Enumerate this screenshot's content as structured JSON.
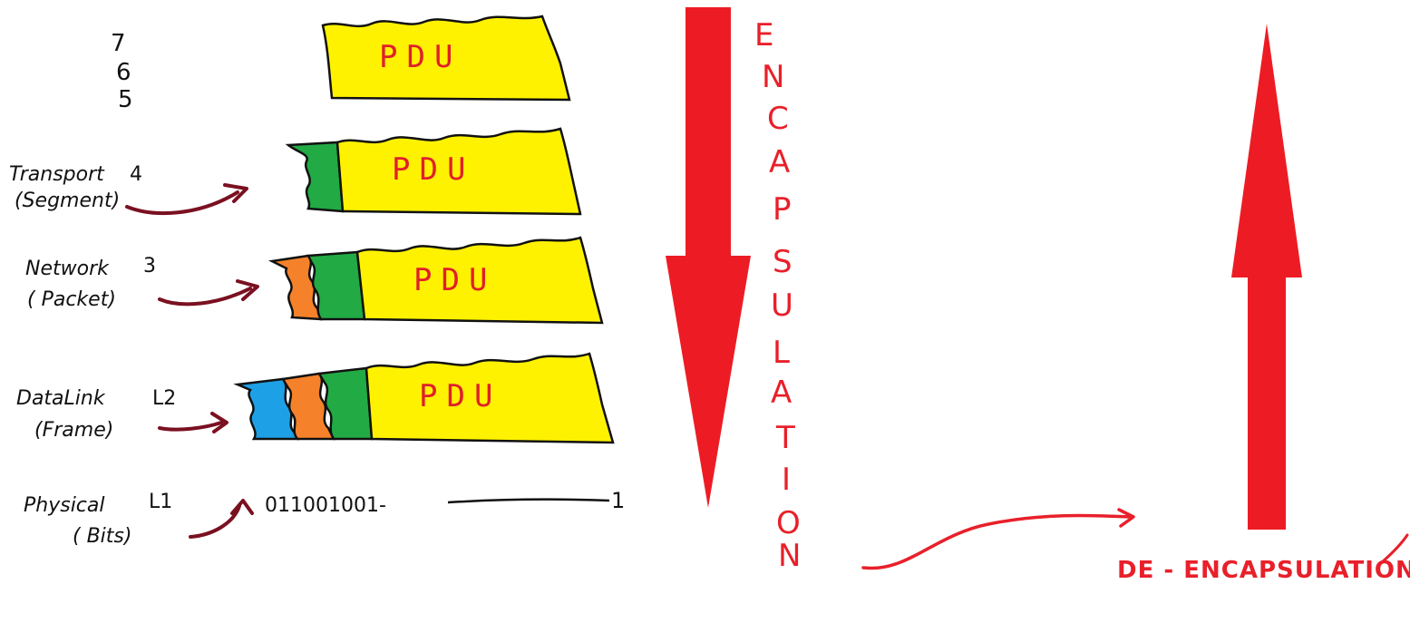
{
  "colors": {
    "pdu_fill": "#fff200",
    "transport_header": "#22aa44",
    "network_header": "#f5822a",
    "datalink_header": "#1ea0e6",
    "arrow_red": "#ed1c24",
    "pointer_arrow": "#7a1020",
    "text_red": "#e8202a"
  },
  "upper_layers": [
    "7",
    "6",
    "5"
  ],
  "layers": [
    {
      "name": "Transport",
      "number": "4",
      "unit": "(Segment)",
      "pdu": "PDU"
    },
    {
      "name": "Network",
      "number": "3",
      "unit": "( Packet)",
      "pdu": "PDU"
    },
    {
      "name": "DataLink",
      "number": "L2",
      "unit": "(Frame)",
      "pdu": "PDU"
    },
    {
      "name": "Physical",
      "number": "L1",
      "unit": "( Bits)",
      "bits": "011001001-"
    }
  ],
  "top_pdu": "PDU",
  "physical_end": "1",
  "encapsulation_letters": [
    "E",
    "N",
    "C",
    "A",
    "P",
    "S",
    "U",
    "L",
    "A",
    "T",
    "I",
    "O",
    "N"
  ],
  "de_encapsulation": "DE - ENCAPSULATION"
}
